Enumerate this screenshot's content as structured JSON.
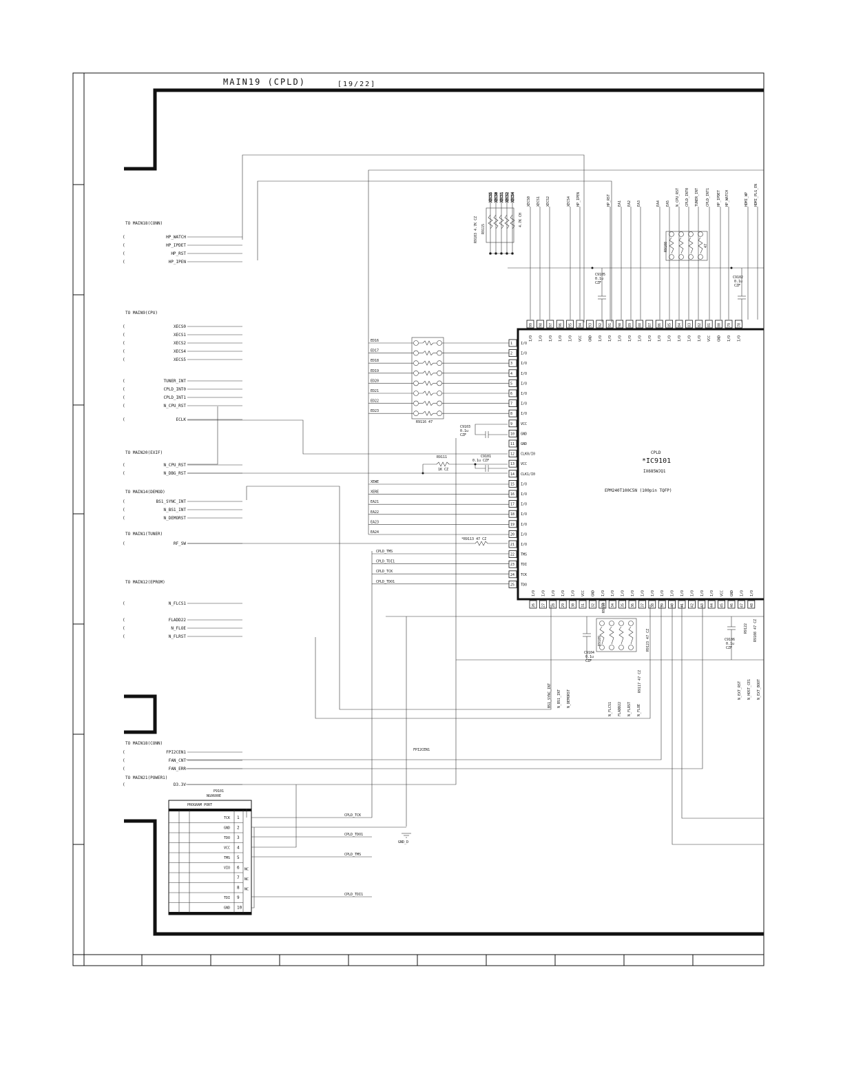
{
  "sheet": {
    "title": "MAIN19 (CPLD)",
    "page": "[19/22]"
  },
  "ic": {
    "type": "CPLD",
    "ref": "*IC9101",
    "part": "IX685WJQ1",
    "desc": "EPM240T100C5N (100pin TQFP)",
    "left_pins": [
      {
        "num": "1",
        "name": "I/O"
      },
      {
        "num": "2",
        "name": "I/O"
      },
      {
        "num": "3",
        "name": "I/O"
      },
      {
        "num": "4",
        "name": "I/O"
      },
      {
        "num": "5",
        "name": "I/O"
      },
      {
        "num": "6",
        "name": "I/O"
      },
      {
        "num": "7",
        "name": "I/O"
      },
      {
        "num": "8",
        "name": "I/O"
      },
      {
        "num": "9",
        "name": "VCC"
      },
      {
        "num": "10",
        "name": "GND"
      },
      {
        "num": "11",
        "name": "GND"
      },
      {
        "num": "12",
        "name": "CLK0/I0"
      },
      {
        "num": "13",
        "name": "VCC"
      },
      {
        "num": "14",
        "name": "CLK1/I0"
      },
      {
        "num": "15",
        "name": "I/O"
      },
      {
        "num": "16",
        "name": "I/O"
      },
      {
        "num": "17",
        "name": "I/O"
      },
      {
        "num": "18",
        "name": "I/O"
      },
      {
        "num": "19",
        "name": "I/O"
      },
      {
        "num": "20",
        "name": "I/O"
      },
      {
        "num": "21",
        "name": "I/O"
      },
      {
        "num": "22",
        "name": "TMS"
      },
      {
        "num": "23",
        "name": "TDI"
      },
      {
        "num": "24",
        "name": "TCK"
      },
      {
        "num": "25",
        "name": "TDO"
      }
    ],
    "top_pins": [
      {
        "num": "99",
        "name": "I/O"
      },
      {
        "num": "98",
        "name": "I/O"
      },
      {
        "num": "97",
        "name": "I/O"
      },
      {
        "num": "96",
        "name": "I/O"
      },
      {
        "num": "95",
        "name": "I/O"
      },
      {
        "num": "94",
        "name": "VCC"
      },
      {
        "num": "93",
        "name": "GND"
      },
      {
        "num": "92",
        "name": "I/O"
      },
      {
        "num": "91",
        "name": "I/O"
      },
      {
        "num": "90",
        "name": "I/O"
      },
      {
        "num": "89",
        "name": "I/O"
      },
      {
        "num": "88",
        "name": "I/O"
      },
      {
        "num": "87",
        "name": "I/O"
      },
      {
        "num": "86",
        "name": "I/O"
      },
      {
        "num": "85",
        "name": "I/O"
      },
      {
        "num": "84",
        "name": "I/O"
      },
      {
        "num": "83",
        "name": "I/O"
      },
      {
        "num": "82",
        "name": "I/O"
      },
      {
        "num": "81",
        "name": "VCC"
      },
      {
        "num": "80",
        "name": "GND"
      },
      {
        "num": "79",
        "name": "I/O"
      },
      {
        "num": "78",
        "name": "I/O"
      }
    ],
    "bottom_pins": [
      {
        "num": "26",
        "name": "I/O"
      },
      {
        "num": "27",
        "name": "I/O"
      },
      {
        "num": "28",
        "name": "I/O"
      },
      {
        "num": "29",
        "name": "I/O"
      },
      {
        "num": "30",
        "name": "I/O"
      },
      {
        "num": "31",
        "name": "VCC"
      },
      {
        "num": "32",
        "name": "GND"
      },
      {
        "num": "33",
        "name": "I/O"
      },
      {
        "num": "34",
        "name": "I/O"
      },
      {
        "num": "35",
        "name": "I/O"
      },
      {
        "num": "36",
        "name": "I/O"
      },
      {
        "num": "37",
        "name": "I/O"
      },
      {
        "num": "38",
        "name": "I/O"
      },
      {
        "num": "39",
        "name": "I/O"
      },
      {
        "num": "40",
        "name": "I/O"
      },
      {
        "num": "41",
        "name": "I/O"
      },
      {
        "num": "42",
        "name": "I/O"
      },
      {
        "num": "43",
        "name": "I/O"
      },
      {
        "num": "44",
        "name": "I/O"
      },
      {
        "num": "45",
        "name": "VCC"
      },
      {
        "num": "46",
        "name": "GND"
      },
      {
        "num": "47",
        "name": "I/O"
      },
      {
        "num": "48",
        "name": "I/O"
      }
    ]
  },
  "top_nets": [
    "XECS0",
    "XECS1",
    "XECS2",
    "XECS4",
    "HP_IPEN",
    "HP_RST",
    "EA1",
    "EA2",
    "EA3",
    "EA4",
    "EA5",
    "N_CPU_RST",
    "CPLD_INT0",
    "TUNER_INT",
    "CPLD_INT1",
    "HP_IPDET",
    "HP_WATCH",
    "HDMI_WP",
    "HDMI_PLG_EN"
  ],
  "resnet_top": {
    "nets": [
      "XECS5",
      "XECS0",
      "XECS1",
      "XECS2",
      "XECS4"
    ],
    "label1": "R9103 4.7K CZ",
    "label2": "R9115",
    "label3": "4.7K CH"
  },
  "resnet_top2": {
    "label1": "R9108",
    "label2": "47"
  },
  "caps": {
    "c9105": [
      "C9105",
      "0.1u",
      "CZF"
    ],
    "c9102": [
      "C9102",
      "0.1u",
      "CZF"
    ],
    "c9103": [
      "C9103",
      "0.1u",
      "CZF"
    ],
    "c9101": [
      "C9101",
      "0.1u CZF"
    ],
    "c9104": [
      "C9104",
      "0.1u",
      "CZF"
    ],
    "c9106": [
      "C9106",
      "0.1u",
      "CZF"
    ]
  },
  "r9111": [
    "R9111",
    "1K CZ"
  ],
  "r9113": "*R9113 47 CZ",
  "resnet_left": {
    "label": "R9116 47",
    "nets": [
      "ED16",
      "ED17",
      "ED18",
      "ED19",
      "ED20",
      "ED21",
      "ED22",
      "ED23"
    ]
  },
  "left_bus": [
    "XEWE",
    "XERE",
    "EA21",
    "EA22",
    "EA23",
    "EA24"
  ],
  "jtag": [
    "CPLD_TMS",
    "CPLD_TDI1",
    "CPLD_TCK",
    "CPLD_TDO1"
  ],
  "bottom_nets_a": [
    "BS1_SYNC_INT",
    "N_BS1_INT",
    "N_DEMORST"
  ],
  "bottom_nets_b": [
    "N_FLCS1",
    "FLADD22",
    "N_FLRST",
    "N_FLOE"
  ],
  "bottom_nets_c": [
    "N_EXT_RST",
    "N_HOST_CE1",
    "N_EXT_BOOT"
  ],
  "bottom_res": [
    "R9109",
    "R9123 47 CZ",
    "R9117 47 CZ",
    "R9110",
    "R9122",
    "R9108 47 CZ"
  ],
  "groups": [
    {
      "title": "TO MAIN18(CONN)",
      "ports": [
        "HP_WATCH",
        "HP_IPDET",
        "HP_RST",
        "HP_IPEN"
      ]
    },
    {
      "title": "TO MAIN9(CPU)",
      "ports": [
        "XECS0",
        "XECS1",
        "XECS2",
        "XECS4",
        "XECS5"
      ]
    },
    {
      "title": "",
      "ports": [
        "TUNER_INT",
        "CPLD_INT0",
        "CPLD_INT1",
        "N_CPU_RST"
      ]
    },
    {
      "title": "",
      "ports": [
        "ECLK"
      ]
    },
    {
      "title": "TO MAIN20(EXIF)",
      "ports": [
        "N_CPU_RST",
        "N_DBG_RST"
      ]
    },
    {
      "title": "TO MAIN14(DEMOD)",
      "ports": [
        "BS1_SYNC_INT",
        "N_BS1_INT",
        "N_DEMORST"
      ]
    },
    {
      "title": "TO MAIN1(TUNER)",
      "ports": [
        "RF_SW"
      ]
    },
    {
      "title": "TO MAIN12(EPROM)",
      "ports": [
        "N_FLCS1",
        "FLADD22",
        "N_FLOE",
        "N_FLRST"
      ]
    },
    {
      "title": "TO MAIN18(CONN)",
      "ports": [
        "FPI2CEN1",
        "FAN_CNT",
        "FAN_ERR"
      ]
    },
    {
      "title": "TO MAIN21(POWER1)",
      "ports": [
        "D3.3V"
      ]
    }
  ],
  "fpi2cen1_label": "FPI2CEN1",
  "connector": {
    "ref": "P9101",
    "part": "NG0600E",
    "title": "PROGRAM PORT",
    "rows": [
      {
        "name": "TCK",
        "num": "1",
        "nc": ""
      },
      {
        "name": "GND",
        "num": "2",
        "nc": ""
      },
      {
        "name": "TDO",
        "num": "3",
        "nc": ""
      },
      {
        "name": "VCC",
        "num": "4",
        "nc": ""
      },
      {
        "name": "TMS",
        "num": "5",
        "nc": ""
      },
      {
        "name": "VIO",
        "num": "6",
        "nc": "NC"
      },
      {
        "name": "",
        "num": "7",
        "nc": "NC"
      },
      {
        "name": "",
        "num": "8",
        "nc": "NC"
      },
      {
        "name": "TDI",
        "num": "9",
        "nc": ""
      },
      {
        "name": "GND",
        "num": "10",
        "nc": ""
      }
    ],
    "nets": [
      "CPLD_TCK",
      "CPLD_TDO1",
      "CPLD_TMS",
      "CPLD_TDI1"
    ]
  },
  "gnd_label": "GND_D"
}
